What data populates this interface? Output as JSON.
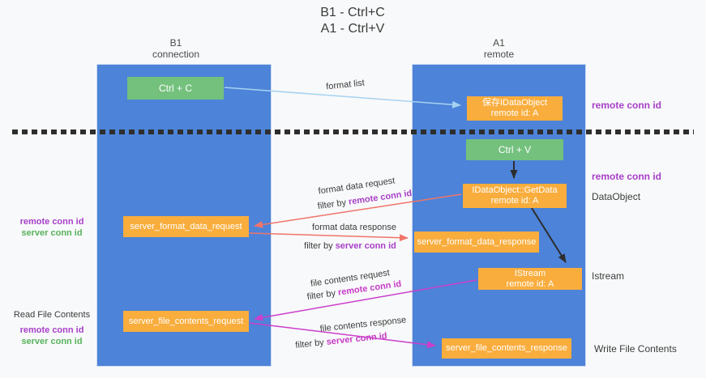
{
  "palette": {
    "background": "#f8f9fa",
    "column_blue": "#4d83d8",
    "box_green": "#74c17e",
    "box_orange": "#f9ad3d",
    "arrow_lightblue": "#a6d2f2",
    "arrow_red": "#f0756b",
    "arrow_magenta": "#cb3ecb",
    "arrow_black": "#2d2d2d",
    "label_purple": "#a73fc8",
    "label_green": "#57b25c",
    "text_dark": "#3b3b3b"
  },
  "title": {
    "line1": "B1 - Ctrl+C",
    "line2": "A1 - Ctrl+V"
  },
  "columns": {
    "left": {
      "name": "B1",
      "role": "connection"
    },
    "right": {
      "name": "A1",
      "role": "remote"
    }
  },
  "nodes": {
    "ctrl_c": {
      "label": "Ctrl + C"
    },
    "save_dataobject": {
      "line1": "保存IDataObject",
      "line2": "remote id: A"
    },
    "ctrl_v": {
      "label": "Ctrl + V"
    },
    "getdata": {
      "line1": "IDataObject::GetData",
      "line2": "remote id: A"
    },
    "format_request": {
      "label": "server_format_data_request"
    },
    "format_response": {
      "label": "server_format_data_response"
    },
    "istream": {
      "line1": "IStream",
      "line2": "remote id: A"
    },
    "file_request": {
      "label": "server_file_contents_request"
    },
    "file_response": {
      "label": "server_file_contents_response"
    }
  },
  "edge_labels": {
    "format_list": "format list",
    "format_data_request": {
      "line1": "format data request",
      "filter_prefix": "filter by ",
      "filter_key": "remote conn id"
    },
    "format_data_response": {
      "line1": "format data response",
      "filter_prefix": "filter by ",
      "filter_key": "server conn id"
    },
    "file_contents_request": {
      "line1": "file contents request",
      "filter_prefix": "filter by ",
      "filter_key": "remote conn id"
    },
    "file_contents_response": {
      "line1": "file contents response",
      "filter_prefix": "filter by ",
      "filter_key": "server conn id"
    }
  },
  "side_labels": {
    "right_top_conn_id": "remote conn id",
    "right_mid_conn_id": "remote conn id",
    "dataobject": "DataObject",
    "istream": "Istream",
    "write_file_contents": "Write File Contents",
    "left_mid": {
      "remote": "remote conn id",
      "server": "server conn id"
    },
    "left_bottom": {
      "read_file_contents": "Read File Contents",
      "remote": "remote conn id",
      "server": "server conn id"
    }
  }
}
